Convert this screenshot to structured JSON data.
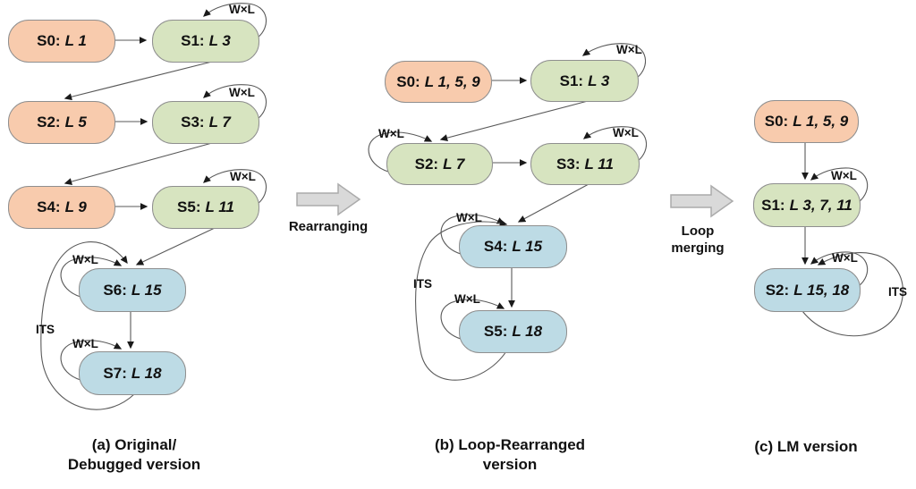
{
  "panels": [
    {
      "caption_line1": "(a) Original/",
      "caption_line2": "Debugged version",
      "nodes": [
        {
          "id": "S0:",
          "lines": "L 1"
        },
        {
          "id": "S1:",
          "lines": "L 3"
        },
        {
          "id": "S2:",
          "lines": "L 5"
        },
        {
          "id": "S3:",
          "lines": "L 7"
        },
        {
          "id": "S4:",
          "lines": "L 9"
        },
        {
          "id": "S5:",
          "lines": "L 11"
        },
        {
          "id": "S6:",
          "lines": "L 15"
        },
        {
          "id": "S7:",
          "lines": "L 18"
        }
      ],
      "edges": [
        "S0→S1",
        "S1→S1 (W×L)",
        "S1→S2",
        "S2→S3",
        "S3→S3 (W×L)",
        "S3→S4",
        "S4→S5",
        "S5→S5 (W×L)",
        "S5→S6",
        "S6→S6 (W×L)",
        "S6→S7",
        "S7→S7 (W×L)",
        "S7→S6 (ITS)"
      ]
    },
    {
      "caption_line1": "(b) Loop-Rearranged",
      "caption_line2": "version",
      "nodes": [
        {
          "id": "S0:",
          "lines": "L 1, 5, 9"
        },
        {
          "id": "S1:",
          "lines": "L 3"
        },
        {
          "id": "S2:",
          "lines": "L 7"
        },
        {
          "id": "S3:",
          "lines": "L 11"
        },
        {
          "id": "S4:",
          "lines": "L 15"
        },
        {
          "id": "S5:",
          "lines": "L 18"
        }
      ],
      "edges": [
        "S0→S1",
        "S1→S1 (W×L)",
        "S1→S2",
        "S2→S2 (W×L)",
        "S2→S3",
        "S3→S3 (W×L)",
        "S3→S4",
        "S4→S4 (W×L)",
        "S4→S5",
        "S5→S5 (W×L)",
        "S5→S4 (ITS)"
      ]
    },
    {
      "caption_line1": "(c) LM version",
      "caption_line2": "",
      "nodes": [
        {
          "id": "S0:",
          "lines": "L 1, 5, 9"
        },
        {
          "id": "S1:",
          "lines": "L 3, 7, 11"
        },
        {
          "id": "S2:",
          "lines": "L 15, 18"
        }
      ],
      "edges": [
        "S0→S1",
        "S1→S1 (W×L)",
        "S1→S2",
        "S2→S2 (W×L)",
        "S2→S2 (ITS)"
      ]
    }
  ],
  "edge_labels": {
    "wxl": "W×L",
    "its": "ITS"
  },
  "transform_arrows": {
    "rearranging": "Rearranging",
    "loop_merging_line1": "Loop",
    "loop_merging_line2": "merging"
  },
  "colors": {
    "start": "#F8CBAD",
    "loop": "#D7E4C0",
    "merged": "#BDDBE5",
    "edge": "#595959",
    "block_arrow": "#D9D9D9",
    "block_arrow_border": "#ABABAB"
  }
}
